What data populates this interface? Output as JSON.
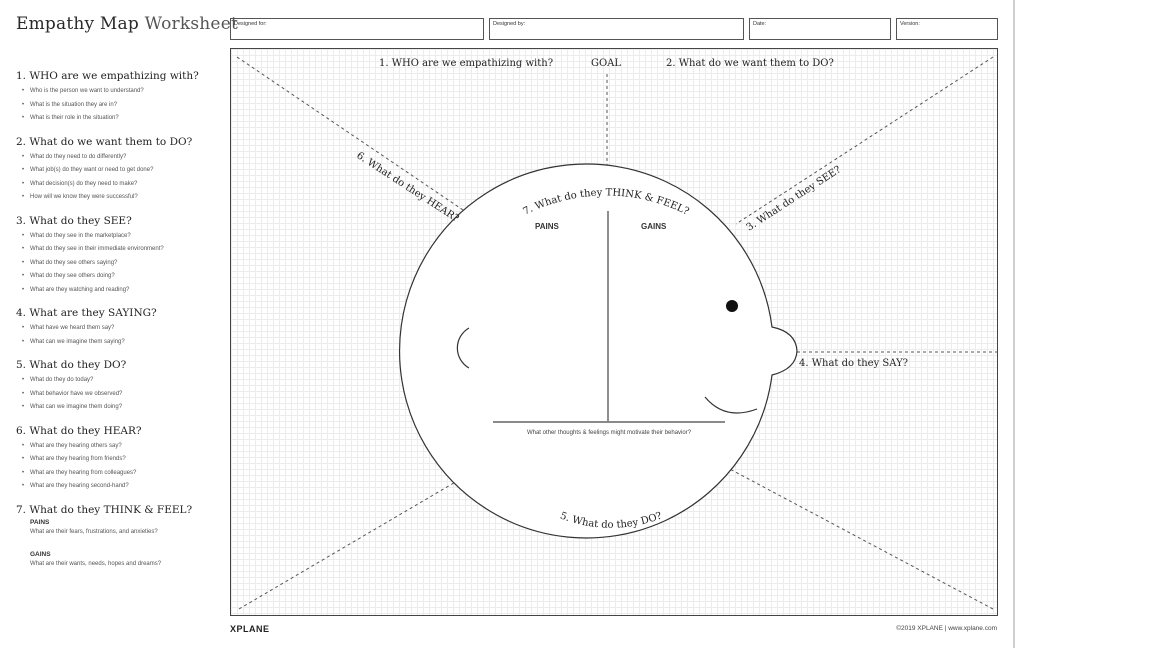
{
  "header": {
    "title_bold": "Empathy Map",
    "title_light": "Worksheet",
    "fields": [
      {
        "label": "Designed for:"
      },
      {
        "label": "Designed by:"
      },
      {
        "label": "Date:"
      },
      {
        "label": "Version:"
      }
    ]
  },
  "guide": {
    "s1": {
      "heading": "1.  WHO are we empathizing with?",
      "b": [
        "Who is the person we want to understand?",
        "What is the situation they are in?",
        "What is their role in the situation?"
      ]
    },
    "s2": {
      "heading": "2.  What do we want them to DO?",
      "b": [
        "What do they need to do differently?",
        "What job(s) do they want or need to get done?",
        "What decision(s) do they need to make?",
        "How will we know they were successful?"
      ]
    },
    "s3": {
      "heading": "3.  What do they SEE?",
      "b": [
        "What do they see in the marketplace?",
        "What do they see in their immediate environment?",
        "What do they see others saying?",
        "What do they see others doing?",
        "What are they watching and reading?"
      ]
    },
    "s4": {
      "heading": "4.  What are they SAYING?",
      "b": [
        "What have we heard them say?",
        "What can we imagine them saying?"
      ]
    },
    "s5": {
      "heading": "5.  What do they DO?",
      "b": [
        "What do they do today?",
        "What behavior have we observed?",
        "What can we imagine them doing?"
      ]
    },
    "s6": {
      "heading": "6.  What do they HEAR?",
      "b": [
        "What are they hearing others say?",
        "What are they hearing from friends?",
        "What are they hearing from colleagues?",
        "What are they hearing second-hand?"
      ]
    },
    "s7": {
      "heading": "7.  What do they THINK & FEEL?",
      "pains_label": "PAINS",
      "pains_text": "What are their fears, frustrations, and anxieties?",
      "gains_label": "GAINS",
      "gains_text": "What are their wants, needs, hopes and dreams?"
    }
  },
  "canvas": {
    "who": "1. WHO are we empathizing with?",
    "goal": "GOAL",
    "do_goal": "2. What do we want them to DO?",
    "see": "3. What do they SEE?",
    "say": "4. What do they SAY?",
    "do": "5. What do they DO?",
    "hear": "6. What do they HEAR?",
    "think": "7. What do they THINK & FEEL?",
    "pains": "PAINS",
    "gains": "GAINS",
    "motivate": "What other thoughts & feelings might motivate their behavior?"
  },
  "footer": {
    "logo": "XPLANE",
    "copyright": "©2019 XPLANE | www.xplane.com"
  }
}
